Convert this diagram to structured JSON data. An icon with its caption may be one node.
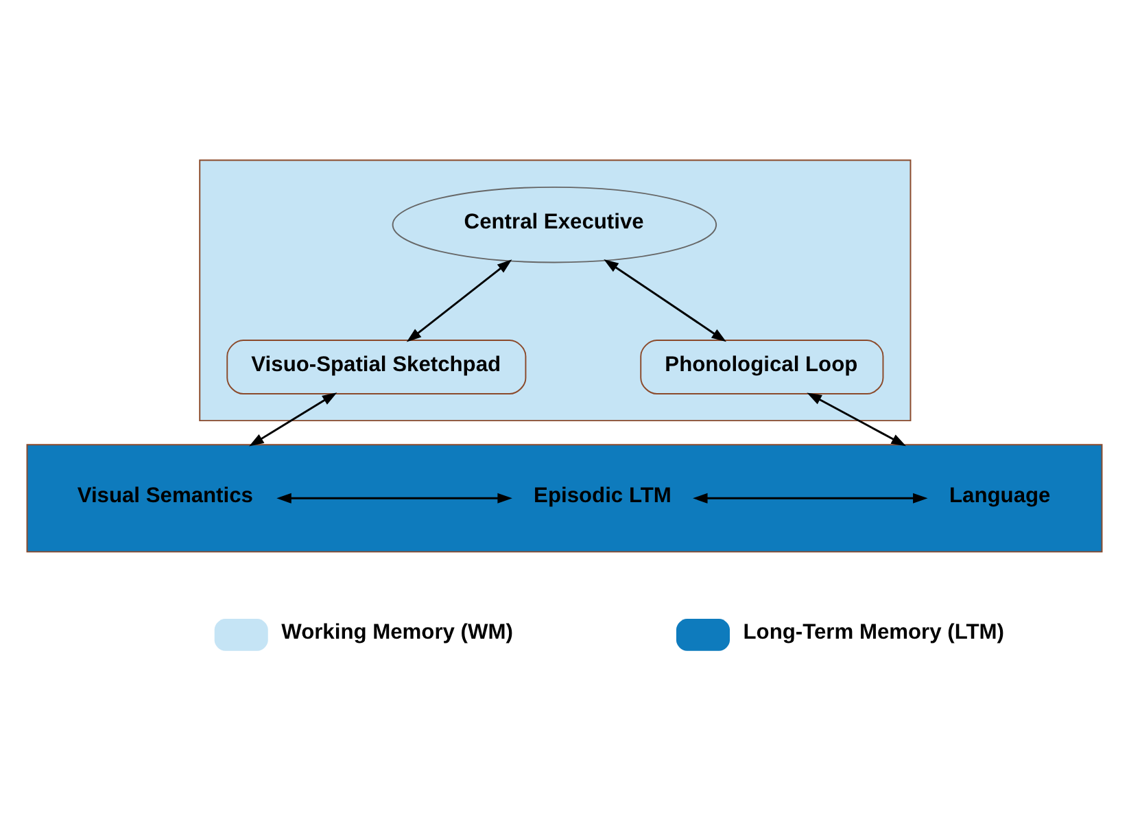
{
  "diagram": {
    "nodes": [
      {
        "text": [],
        "shape": "box"
      },
      {
        "text": [
          "Central Executive"
        ],
        "in": 0
      },
      {
        "text": [
          "Visuo-Spatial Sketchpad"
        ],
        "in": 0
      },
      {
        "text": [
          "Phonological Loop"
        ],
        "in": 0
      },
      {
        "text": [],
        "shape": "box"
      },
      {
        "text": [
          "Visual Semantics"
        ],
        "in": 4
      },
      {
        "text": [
          "Episodic LTM"
        ],
        "in": 4
      },
      {
        "text": [
          "Language"
        ],
        "in": 4
      }
    ],
    "edges": [
      {
        "from": 1,
        "to": 2,
        "arrow": "both"
      },
      {
        "from": 1,
        "to": 3,
        "arrow": "both"
      },
      {
        "from": 2,
        "to": 4,
        "arrow": "both"
      },
      {
        "from": 3,
        "to": 4,
        "arrow": "both"
      },
      {
        "from": 5,
        "to": 6,
        "arrow": "both"
      },
      {
        "from": 6,
        "to": 7,
        "arrow": "both"
      }
    ],
    "legend": [
      {
        "text": "Working Memory (WM)",
        "color": "#c5e4f5"
      },
      {
        "text": "Long-Term Memory (LTM)",
        "color": "#0e7bbd"
      }
    ]
  }
}
